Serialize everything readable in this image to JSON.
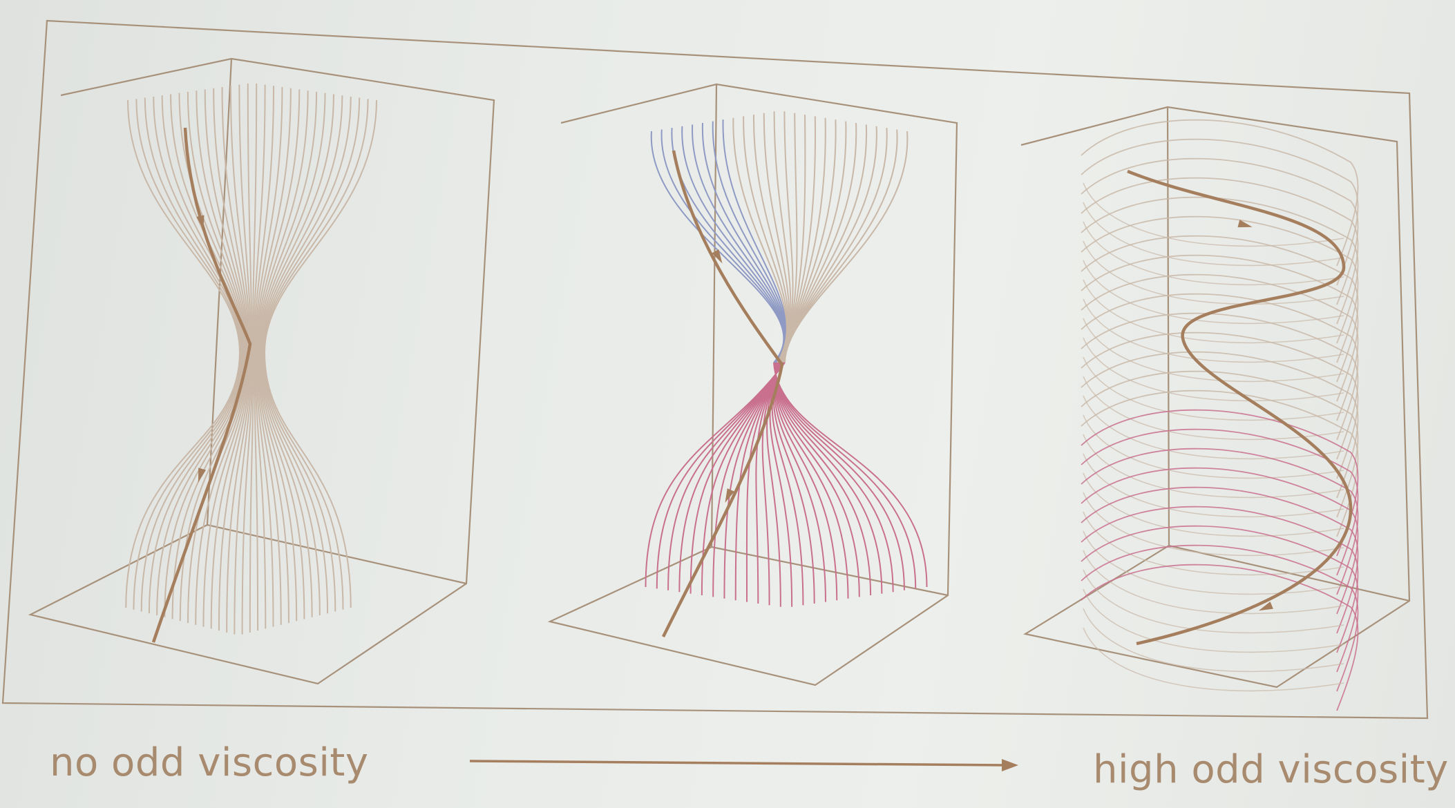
{
  "slide": {
    "label_left": "no odd viscosity",
    "label_right": "high odd viscosity"
  },
  "panels": [
    {
      "name": "no-odd-viscosity",
      "twist": 0.0
    },
    {
      "name": "intermediate-odd-viscosity",
      "twist": 0.45
    },
    {
      "name": "high-odd-viscosity",
      "twist": 1.0
    }
  ],
  "colors": {
    "background": "#e9ebe8",
    "frame": "#a8917a",
    "streamline_faint": "#c9b8a8",
    "highlight": "#a57e5e",
    "blue_tint": "#8f9ac4",
    "pink_tint": "#c9708e",
    "label": "#a88a6e"
  }
}
